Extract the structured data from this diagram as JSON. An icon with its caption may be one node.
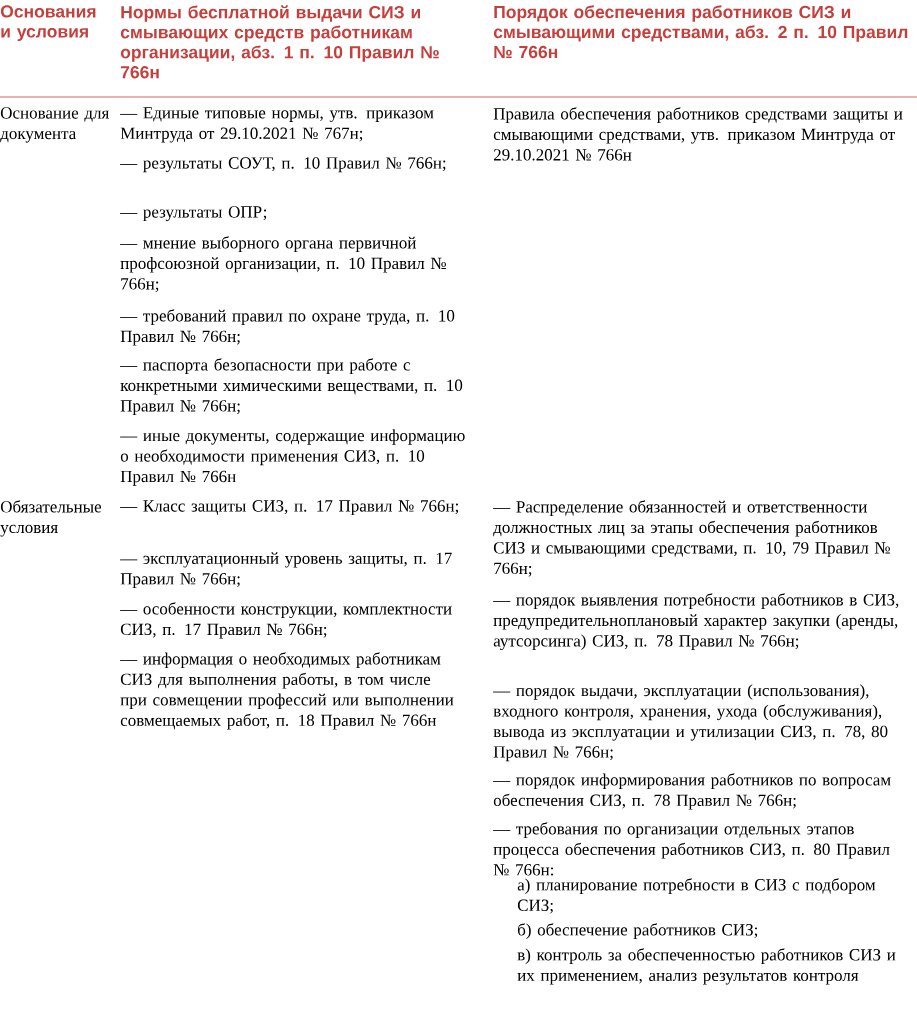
{
  "diagram": {
    "labels": [
      "Основания и условия",
      "Нормы бесплатной выдачи СИЗ и смывающих средств работникам организации, абз. 1 п. 10 Правил № 766н",
      "Порядок обеспечения работников СИЗ и смывающими средствами, абз. 2 п. 10 Правил № 766н",
      "Основание для документа",
      "— Единые типовые нормы, утв. приказом Минтруда от 29.10.2021 № 767н;",
      "— результаты СОУТ, п. 10 Правил № 766н;",
      "— результаты ОПР;",
      "— мнение выборного органа первичной профсоюзной организации, п. 10 Правил № 766н;",
      "— требований правил по охране труда, п. 10 Правил № 766н;",
      "— паспорта безопасности при работе с конкретными химическими веществами, п. 10 Правил № 766н;",
      "— иные документы, содержащие информацию о необходимости применения СИЗ, п. 10 Правил № 766н",
      "Правила обеспечения работников средствами защиты и смывающими средствами, утв. приказом Минтруда от 29.10.2021 № 766н",
      "Обязательные условия",
      "— Класс защиты СИЗ, п. 17 Правил № 766н;",
      "— эксплуатационный уровень защиты, п. 17 Правил № 766н;",
      "— особенности конструкции, комплектности СИЗ, п. 17 Правил № 766н;",
      "— информация о необходимых работникам СИЗ для выполнения работы, в том числе при совмещении профессий или выполнении совмещаемых работ, п. 18 Правил № 766н",
      "— Распределение обязанностей и ответственности должностных лиц за этапы обеспечения работников СИЗ и смывающими средствами, п. 10, 79 Правил № 766н;",
      "— порядок выявления потребности работников в СИЗ, предупредительноплановый характер закупки (аренды, аутсорсинга) СИЗ, п. 78 Правил № 766н;",
      "— порядок выдачи, эксплуатации (использования), входного контроля, хранения, ухода (обслуживания), вывода из эксплуатации и утилизации СИЗ, п. 78, 80 Правил № 766н;",
      "— порядок информирования работников по вопросам обеспечения СИЗ, п. 78 Правил № 766н;",
      "— требования по организации отдельных этапов процесса обеспечения работников СИЗ, п. 80 Правил № 766н:",
      "а) планирование потребности в СИЗ с подбором СИЗ;",
      "б) обеспечение работников СИЗ;",
      "в) контроль за обеспеченностью работников СИЗ и их применением, анализ результатов контроля"
    ]
  }
}
